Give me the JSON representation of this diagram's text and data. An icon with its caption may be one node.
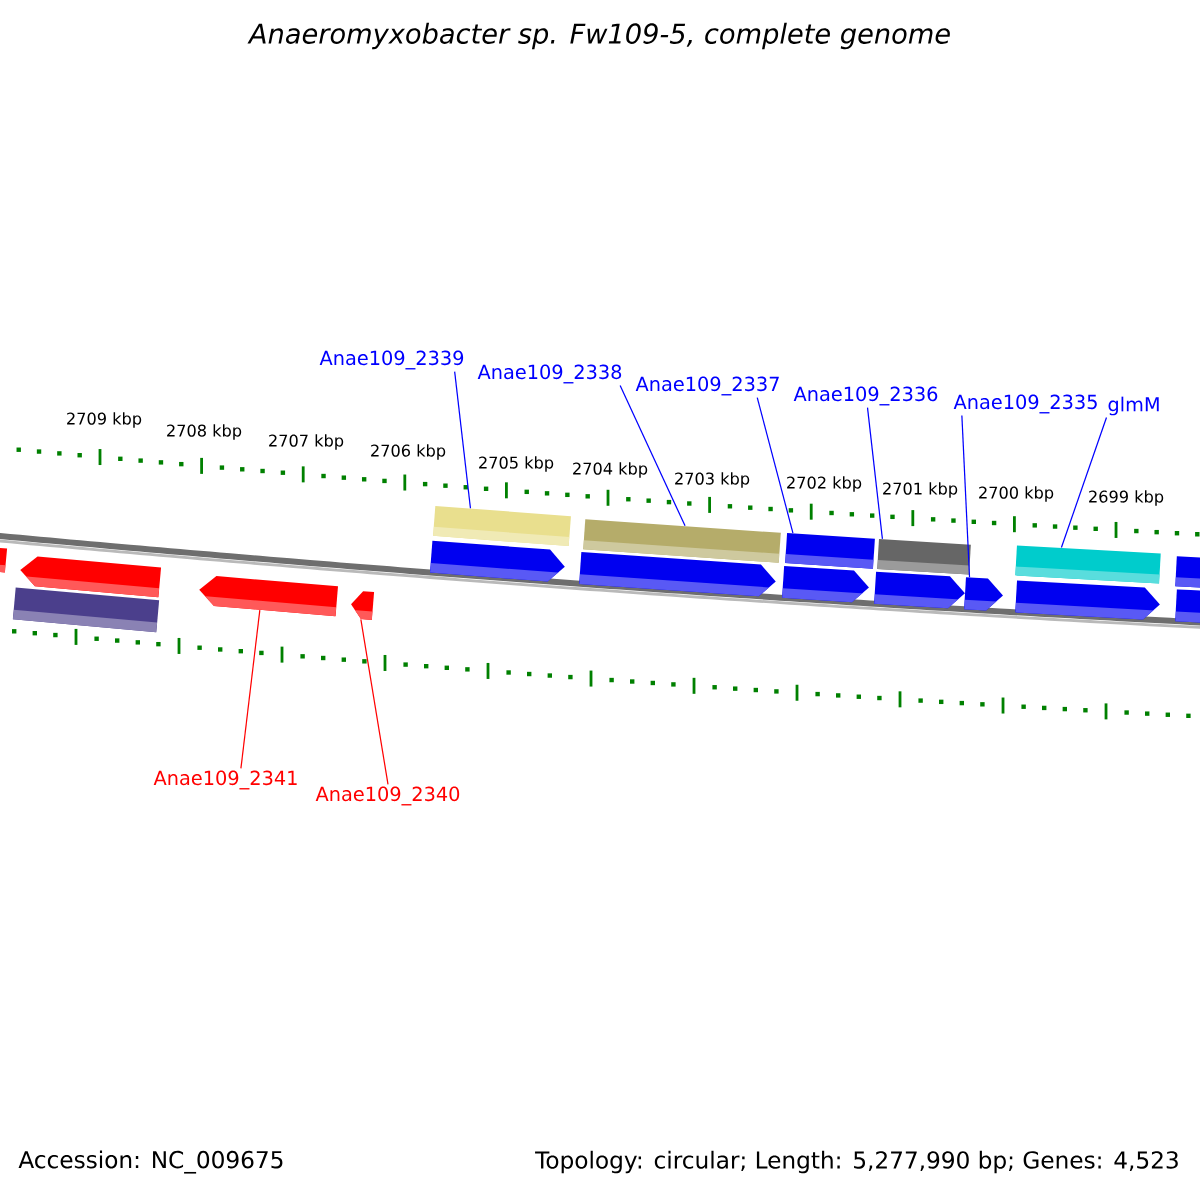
{
  "diagram": {
    "title": "Anaeromyxobacter sp. Fw109-5, complete genome",
    "nodes": [
      {
        "text": [
          "Anae109_2339"
        ]
      },
      {
        "text": [
          "Anae109_2338"
        ]
      },
      {
        "text": [
          "Anae109_2337"
        ]
      },
      {
        "text": [
          "Anae109_2336"
        ]
      },
      {
        "text": [
          "Anae109_2335"
        ]
      },
      {
        "text": [
          "glmM"
        ]
      },
      {
        "text": [
          "Anae109_2341"
        ]
      },
      {
        "text": [
          "Anae109_2340"
        ]
      },
      {
        "text": [],
        "shape": "box"
      },
      {
        "text": [],
        "shape": "arrow"
      },
      {
        "text": [],
        "shape": "box"
      },
      {
        "text": [],
        "shape": "arrow"
      },
      {
        "text": [],
        "shape": "arrow"
      },
      {
        "text": [],
        "shape": "box"
      },
      {
        "text": [],
        "shape": "arrow"
      },
      {
        "text": [],
        "shape": "box"
      },
      {
        "text": [],
        "shape": "arrow"
      },
      {
        "text": [],
        "shape": "box"
      },
      {
        "text": [],
        "shape": "arrow"
      },
      {
        "text": [],
        "shape": "box"
      },
      {
        "text": [],
        "shape": "arrow"
      },
      {
        "text": [],
        "shape": "arrow"
      },
      {
        "text": [],
        "shape": "box"
      },
      {
        "text": [],
        "shape": "arrow"
      },
      {
        "text": [],
        "shape": "box"
      },
      {
        "text": [],
        "shape": "box"
      }
    ],
    "edges": [
      {
        "from": 0,
        "to": 13,
        "arrow": "none"
      },
      {
        "from": 1,
        "to": 15,
        "arrow": "none"
      },
      {
        "from": 2,
        "to": 17,
        "arrow": "none"
      },
      {
        "from": 3,
        "to": 19,
        "arrow": "none"
      },
      {
        "from": 4,
        "to": 21,
        "arrow": "none"
      },
      {
        "from": 5,
        "to": 22,
        "arrow": "none"
      },
      {
        "from": 6,
        "to": 11,
        "arrow": "none",
        "color": "#ff0000"
      },
      {
        "from": 7,
        "to": 12,
        "arrow": "none",
        "color": "#ff0000"
      }
    ],
    "labels": [
      "2709 kbp",
      "2708 kbp",
      "2707 kbp",
      "2706 kbp",
      "2705 kbp",
      "2704 kbp",
      "2703 kbp",
      "2702 kbp",
      "2701 kbp",
      "2700 kbp",
      "2699 kbp",
      "Accession: NC_009675",
      "Topology: circular; Length: 5,277,990 bp; Genes: 4,523"
    ]
  }
}
